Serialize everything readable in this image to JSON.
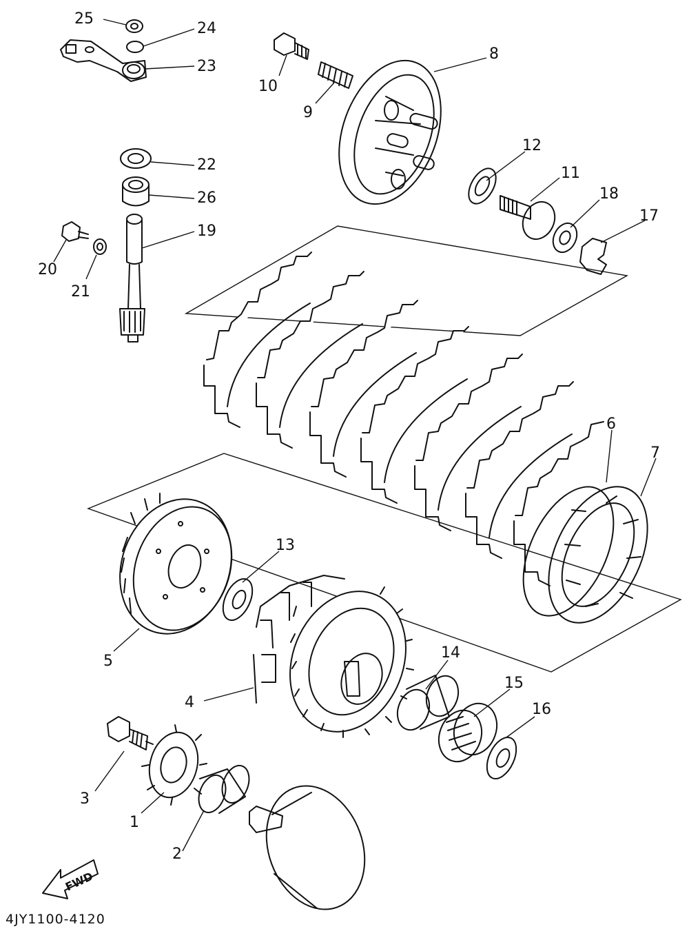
{
  "diagram": {
    "code": "4JY1100-4120",
    "fwd": "FWD"
  },
  "labels": [
    {
      "id": "p25",
      "text": "25"
    },
    {
      "id": "p24",
      "text": "24"
    },
    {
      "id": "p23",
      "text": "23"
    },
    {
      "id": "p10",
      "text": "10"
    },
    {
      "id": "p9",
      "text": "9"
    },
    {
      "id": "p8",
      "text": "8"
    },
    {
      "id": "p22",
      "text": "22"
    },
    {
      "id": "p26",
      "text": "26"
    },
    {
      "id": "p19",
      "text": "19"
    },
    {
      "id": "p20",
      "text": "20"
    },
    {
      "id": "p21",
      "text": "21"
    },
    {
      "id": "p12",
      "text": "12"
    },
    {
      "id": "p11",
      "text": "11"
    },
    {
      "id": "p18",
      "text": "18"
    },
    {
      "id": "p17",
      "text": "17"
    },
    {
      "id": "p6",
      "text": "6"
    },
    {
      "id": "p7",
      "text": "7"
    },
    {
      "id": "p13",
      "text": "13"
    },
    {
      "id": "p5",
      "text": "5"
    },
    {
      "id": "p4",
      "text": "4"
    },
    {
      "id": "p14",
      "text": "14"
    },
    {
      "id": "p15",
      "text": "15"
    },
    {
      "id": "p16",
      "text": "16"
    },
    {
      "id": "p3",
      "text": "3"
    },
    {
      "id": "p1",
      "text": "1"
    },
    {
      "id": "p2",
      "text": "2"
    }
  ]
}
